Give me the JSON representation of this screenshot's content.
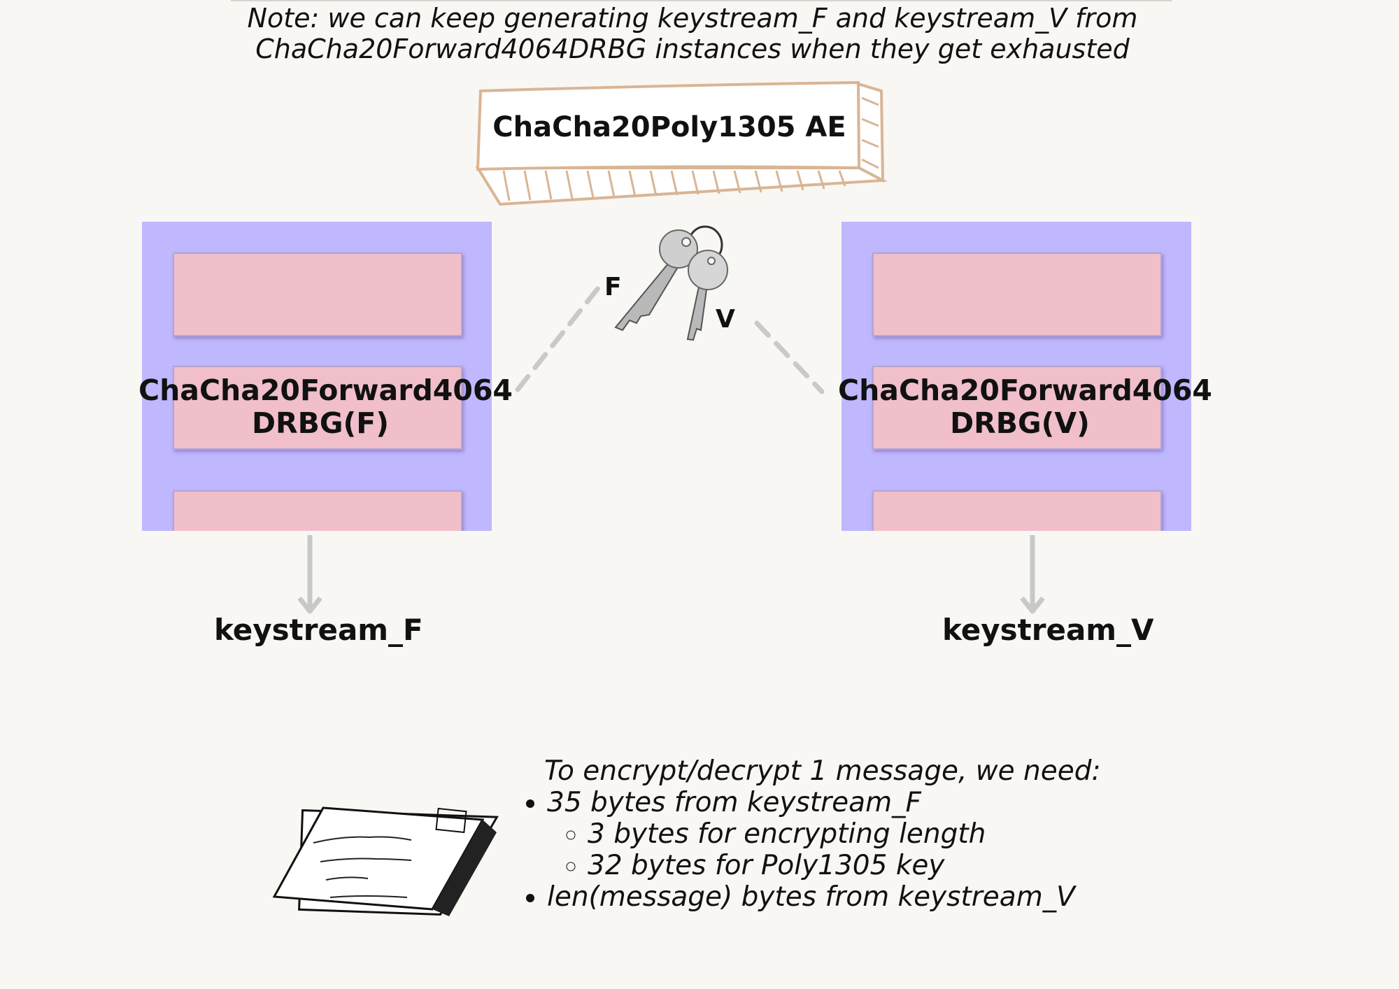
{
  "note": {
    "line1": "Note: we can keep generating keystream_F and keystream_V from",
    "line2": "ChaCha20Forward4064DRBG instances when they get exhausted"
  },
  "ae_box": {
    "label": "ChaCha20Poly1305 AE"
  },
  "keys": {
    "f_label": "F",
    "v_label": "V"
  },
  "drbg_left": {
    "line1": "ChaCha20Forward4064",
    "line2": "DRBG(F)"
  },
  "drbg_right": {
    "line1": "ChaCha20Forward4064",
    "line2": "DRBG(V)"
  },
  "outputs": {
    "left": "keystream_F",
    "right": "keystream_V"
  },
  "requirements": {
    "heading": "To encrypt/decrypt 1 message, we need:",
    "items": [
      {
        "text": "35 bytes from keystream_F",
        "subitems": [
          "3 bytes for encrypting length",
          "32 bytes for Poly1305 key"
        ]
      },
      {
        "text": "len(message) bytes from keystream_V"
      }
    ]
  },
  "colors": {
    "panel": "#bfb8ff",
    "slot": "#f0bfca",
    "box_outline": "#d9b595",
    "arrow": "#c8c8c8",
    "background": "#f9f7f3"
  }
}
